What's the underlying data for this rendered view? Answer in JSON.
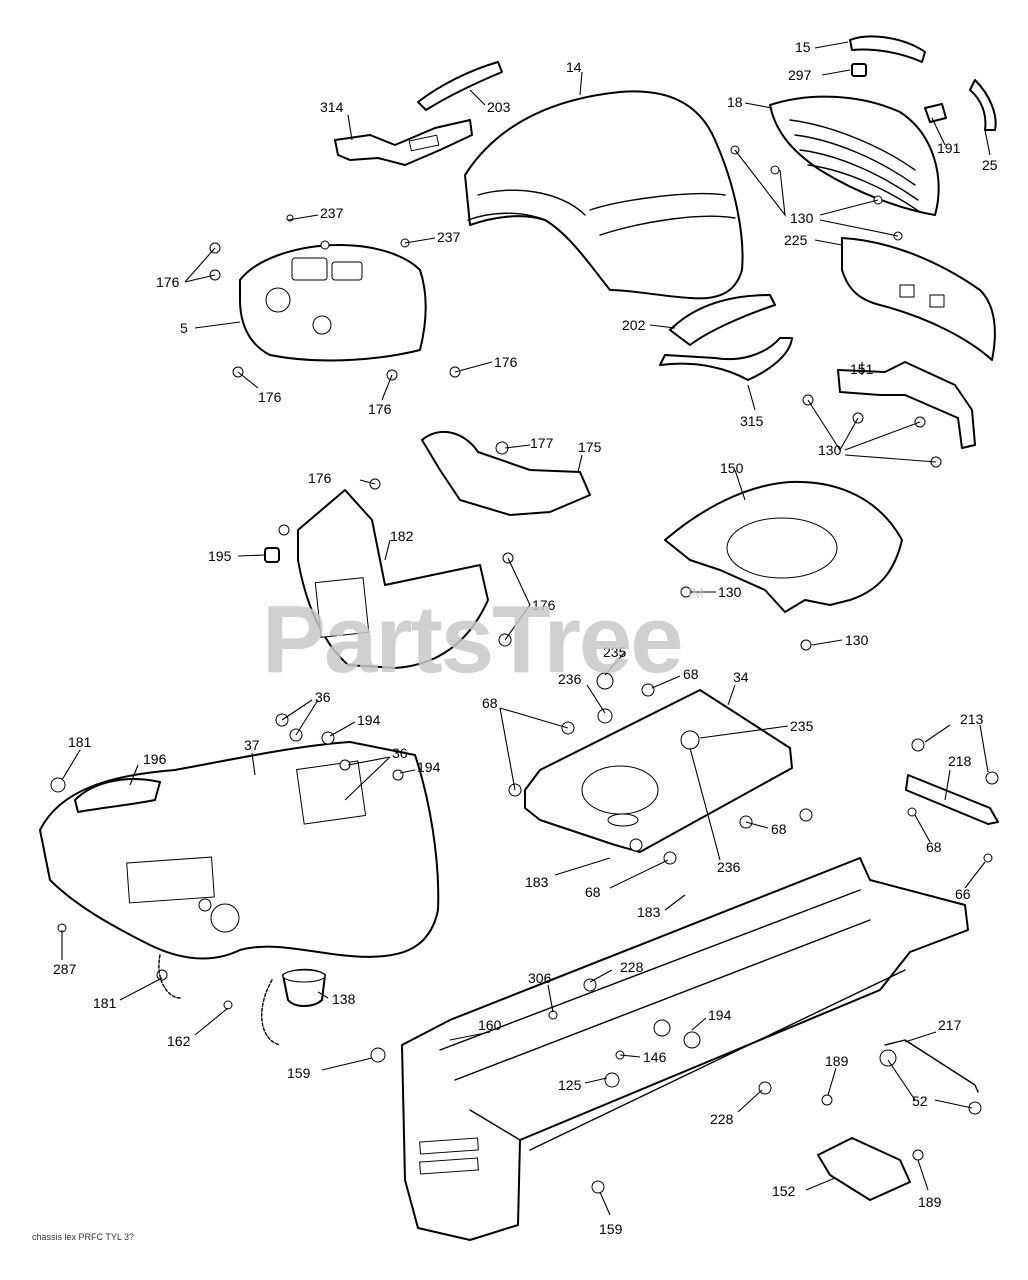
{
  "watermark": {
    "text": "PartsTree",
    "mark": "TM"
  },
  "footer": {
    "text": "chassis lex PRFC TYL 3?"
  },
  "colors": {
    "line": "#000000",
    "background": "#ffffff",
    "watermark": "#c8c8c8"
  },
  "callouts": [
    {
      "label": "15"
    },
    {
      "label": "297"
    },
    {
      "label": "14"
    },
    {
      "label": "203"
    },
    {
      "label": "314"
    },
    {
      "label": "18"
    },
    {
      "label": "191"
    },
    {
      "label": "25"
    },
    {
      "label": "130"
    },
    {
      "label": "237"
    },
    {
      "label": "237"
    },
    {
      "label": "176"
    },
    {
      "label": "5"
    },
    {
      "label": "225"
    },
    {
      "label": "202"
    },
    {
      "label": "176"
    },
    {
      "label": "176"
    },
    {
      "label": "176"
    },
    {
      "label": "315"
    },
    {
      "label": "151"
    },
    {
      "label": "130"
    },
    {
      "label": "177"
    },
    {
      "label": "175"
    },
    {
      "label": "176"
    },
    {
      "label": "150"
    },
    {
      "label": "182"
    },
    {
      "label": "195"
    },
    {
      "label": "176"
    },
    {
      "label": "130"
    },
    {
      "label": "130"
    },
    {
      "label": "235"
    },
    {
      "label": "36"
    },
    {
      "label": "236"
    },
    {
      "label": "68"
    },
    {
      "label": "34"
    },
    {
      "label": "194"
    },
    {
      "label": "68"
    },
    {
      "label": "235"
    },
    {
      "label": "213"
    },
    {
      "label": "181"
    },
    {
      "label": "37"
    },
    {
      "label": "36"
    },
    {
      "label": "196"
    },
    {
      "label": "194"
    },
    {
      "label": "218"
    },
    {
      "label": "68"
    },
    {
      "label": "68"
    },
    {
      "label": "236"
    },
    {
      "label": "183"
    },
    {
      "label": "68"
    },
    {
      "label": "66"
    },
    {
      "label": "183"
    },
    {
      "label": "287"
    },
    {
      "label": "228"
    },
    {
      "label": "306"
    },
    {
      "label": "181"
    },
    {
      "label": "138"
    },
    {
      "label": "194"
    },
    {
      "label": "217"
    },
    {
      "label": "162"
    },
    {
      "label": "160"
    },
    {
      "label": "146"
    },
    {
      "label": "189"
    },
    {
      "label": "159"
    },
    {
      "label": "125"
    },
    {
      "label": "52"
    },
    {
      "label": "228"
    },
    {
      "label": "189"
    },
    {
      "label": "152"
    },
    {
      "label": "159"
    }
  ]
}
